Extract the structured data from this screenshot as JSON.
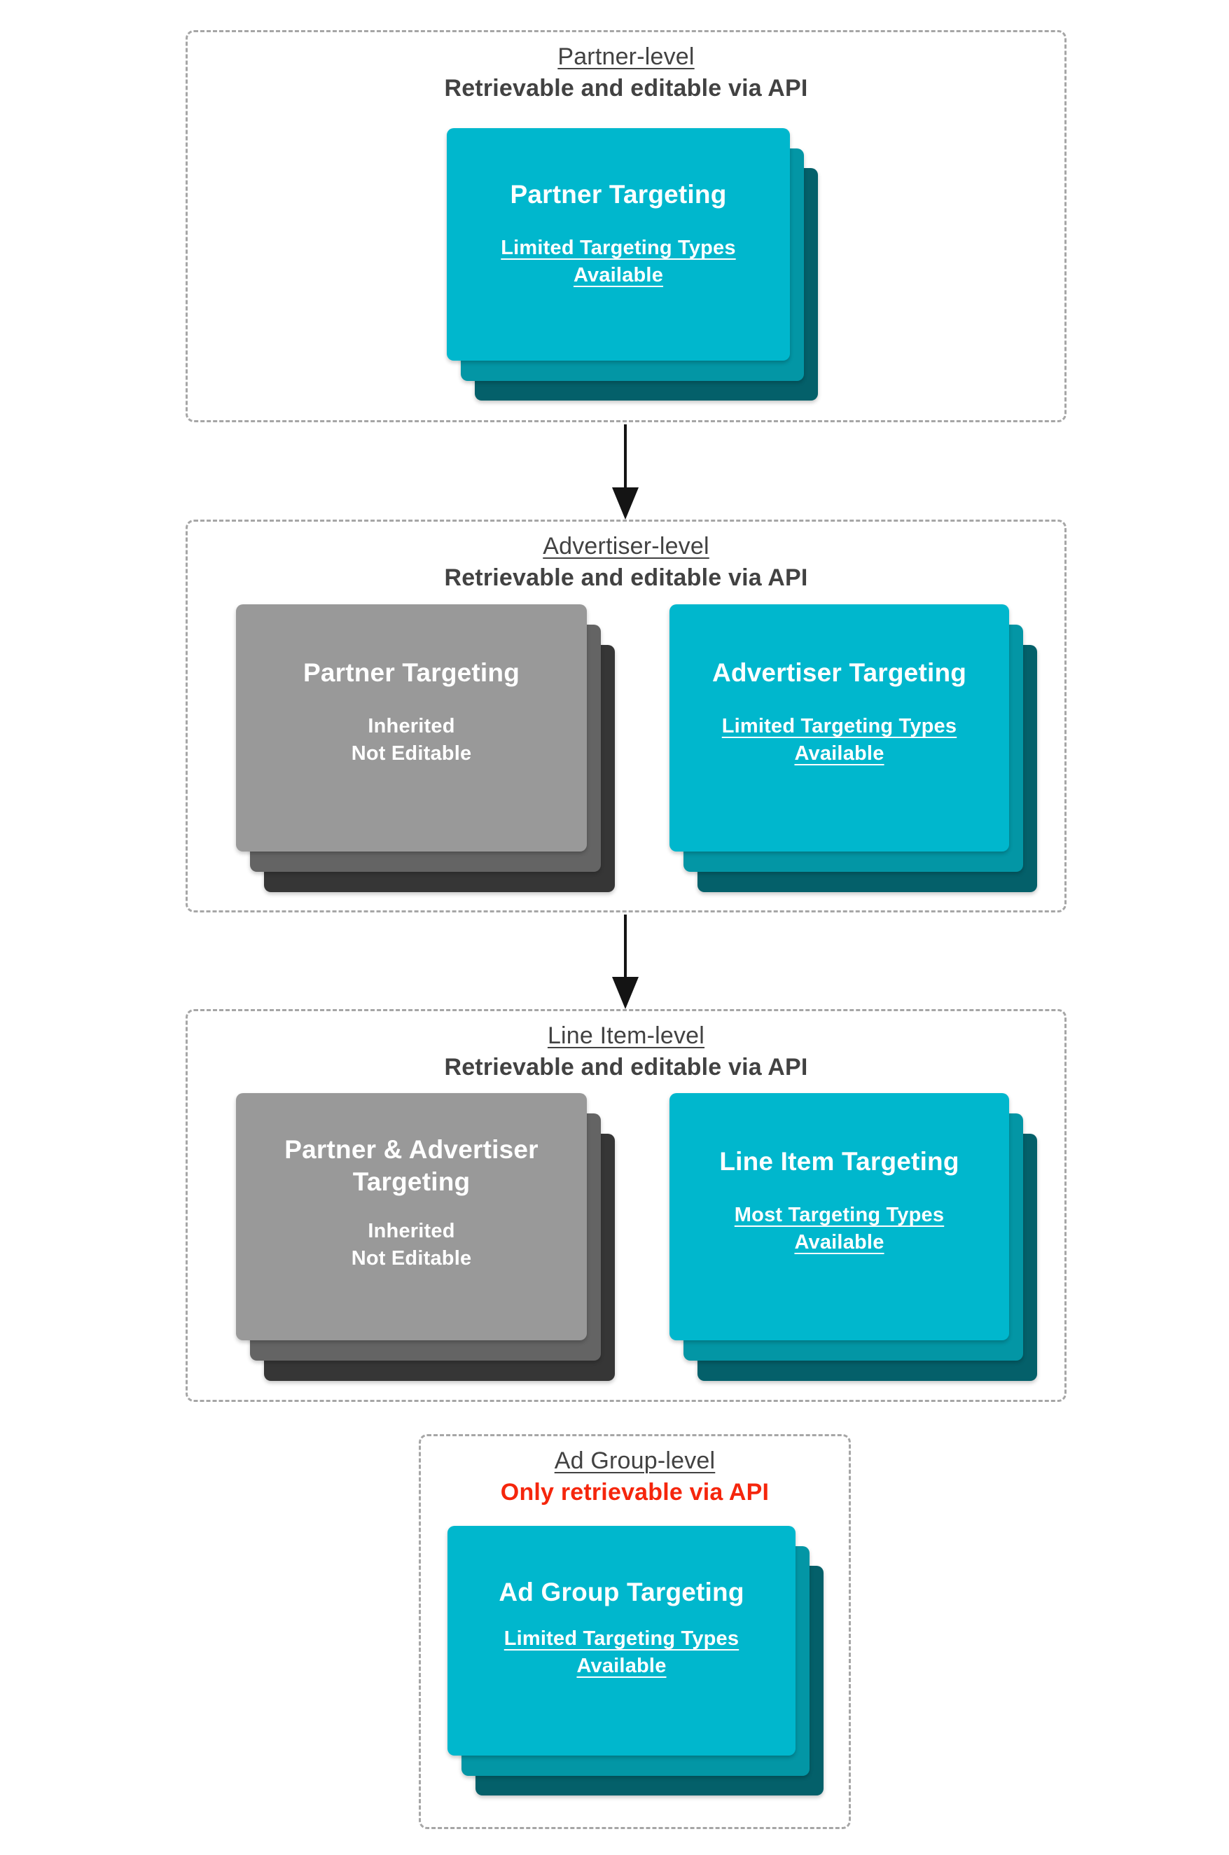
{
  "diagram": {
    "description_colors": {
      "card_cyan": "#00b7cd",
      "card_cyan_mid": "#0396a5",
      "card_cyan_dark": "#04606a",
      "card_gray": "#999999",
      "card_gray_mid": "#646464",
      "card_gray_dark": "#363636",
      "heading_text": "#424242",
      "alert_red": "#f5260c",
      "card_text": "#ffffff",
      "section_border": "#a6a6a6",
      "arrow": "#141414"
    },
    "icons": {
      "flow_connector": "arrow-down-icon"
    }
  },
  "sections": [
    {
      "id": "partner-level",
      "title": "Partner-level",
      "subtitle": "Retrievable and editable via API",
      "cards": [
        {
          "variant": "cyan",
          "title_lines": [
            "Partner Targeting"
          ],
          "body_lines": [
            "Limited Targeting Types",
            "Available"
          ],
          "body_underlined": true
        }
      ]
    },
    {
      "id": "advertiser-level",
      "title": "Advertiser-level",
      "subtitle": "Retrievable and editable via API",
      "cards": [
        {
          "variant": "gray",
          "title_lines": [
            "Partner Targeting"
          ],
          "body_lines": [
            "Inherited",
            "Not Editable"
          ],
          "body_underlined": false
        },
        {
          "variant": "cyan",
          "title_lines": [
            "Advertiser Targeting"
          ],
          "body_lines": [
            "Limited Targeting Types",
            "Available"
          ],
          "body_underlined": true
        }
      ]
    },
    {
      "id": "line-item-level",
      "title": "Line Item-level",
      "subtitle": "Retrievable and editable via API",
      "cards": [
        {
          "variant": "gray",
          "title_lines": [
            "Partner & Advertiser",
            "Targeting"
          ],
          "body_lines": [
            "Inherited",
            "Not Editable"
          ],
          "body_underlined": false
        },
        {
          "variant": "cyan",
          "title_lines": [
            "Line Item Targeting"
          ],
          "body_lines": [
            "Most Targeting Types",
            "Available"
          ],
          "body_underlined": true
        }
      ]
    },
    {
      "id": "ad-group-level",
      "title": "Ad Group-level",
      "subtitle": "Only retrievable via API",
      "cards": [
        {
          "variant": "cyan",
          "title_lines": [
            "Ad Group Targeting"
          ],
          "body_lines": [
            "Limited Targeting Types",
            "Available"
          ],
          "body_underlined": true
        }
      ]
    }
  ]
}
